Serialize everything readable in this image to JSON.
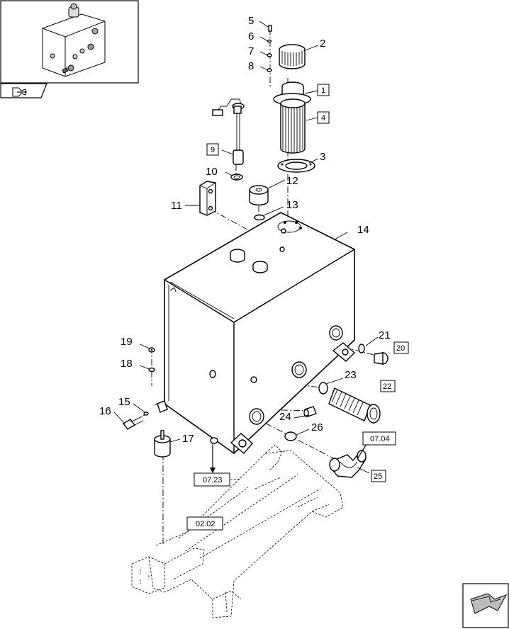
{
  "diagram": {
    "callouts": [
      "1",
      "2",
      "3",
      "4",
      "5",
      "6",
      "7",
      "8",
      "9",
      "10",
      "11",
      "12",
      "13",
      "14",
      "15",
      "16",
      "17",
      "18",
      "19",
      "20",
      "21",
      "22",
      "23",
      "24",
      "25",
      "26"
    ],
    "boxed_callouts": [
      "1",
      "4",
      "9",
      "20",
      "22",
      "25"
    ],
    "references": {
      "r0723": "07.23",
      "r0202": "02.02",
      "r0704": "07.04"
    }
  },
  "icons": {
    "thumbnail": "tank-thumbnail-icon",
    "previous": "arrow-previous-icon",
    "next": "arrow-next-icon"
  }
}
